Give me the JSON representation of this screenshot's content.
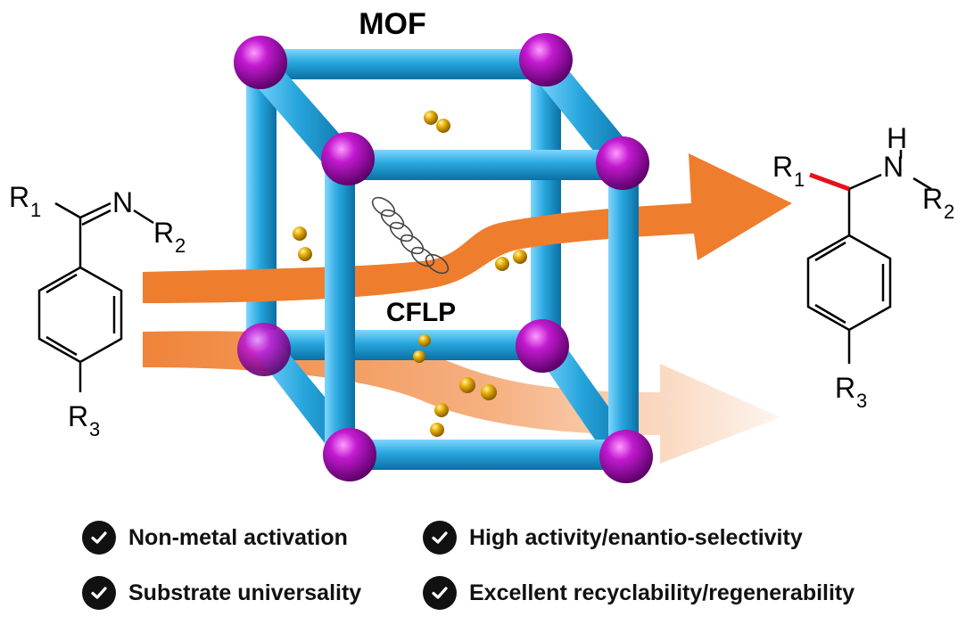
{
  "labels": {
    "mof": "MOF",
    "cflp": "CFLP"
  },
  "reactant": {
    "r1": "R",
    "r1_sub": "1",
    "n": "N",
    "r2": "R",
    "r2_sub": "2",
    "r3": "R",
    "r3_sub": "3"
  },
  "product": {
    "h": "H",
    "n": "N",
    "r1": "R",
    "r1_sub": "1",
    "r2": "R",
    "r2_sub": "2",
    "r3": "R",
    "r3_sub": "3"
  },
  "features": [
    "Non-metal activation",
    "High activity/enantio-selectivity",
    "Substrate universality",
    "Excellent recyclability/regenerability"
  ],
  "colors": {
    "frame": "#1ea0d8",
    "node": "#a000b0",
    "arrow": "#ef7d2e",
    "gold": "#e0a800",
    "bond_highlight": "#e8101a"
  },
  "icons": [
    "check-icon"
  ]
}
